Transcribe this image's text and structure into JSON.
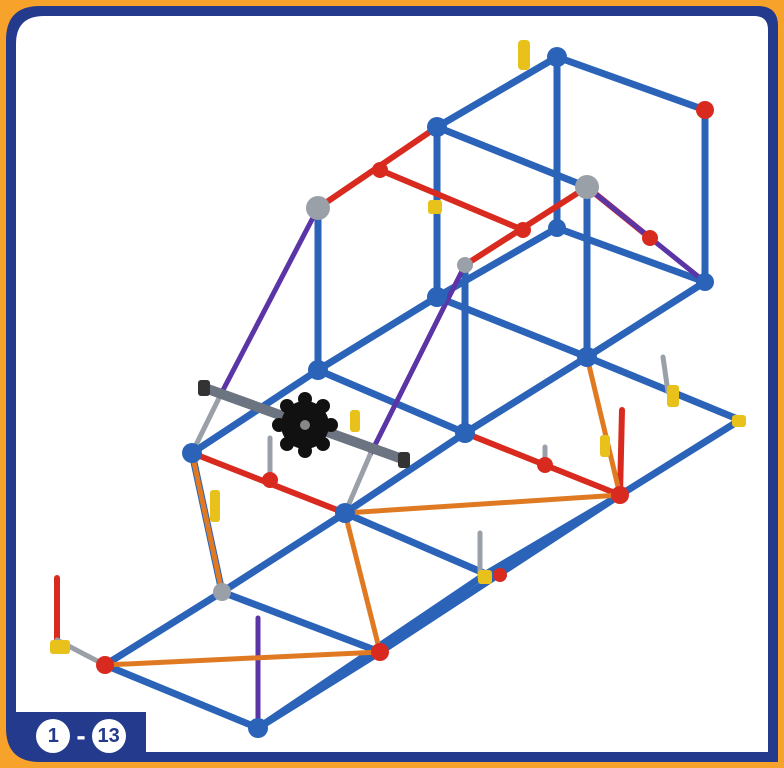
{
  "badge": {
    "step_start": "1",
    "separator": "-",
    "step_end": "13"
  },
  "colors": {
    "frame_orange": "#f7a22b",
    "border_blue": "#243a8c",
    "rod_blue": "#2a63b8",
    "rod_red": "#d92a1f",
    "rod_purple": "#5b35a6",
    "rod_orange": "#e07a22",
    "rod_gray": "#9aa0a8",
    "connector_yellow": "#e8c21b"
  },
  "icons": [
    "knex-model-illustration",
    "axle-gear-icon"
  ]
}
